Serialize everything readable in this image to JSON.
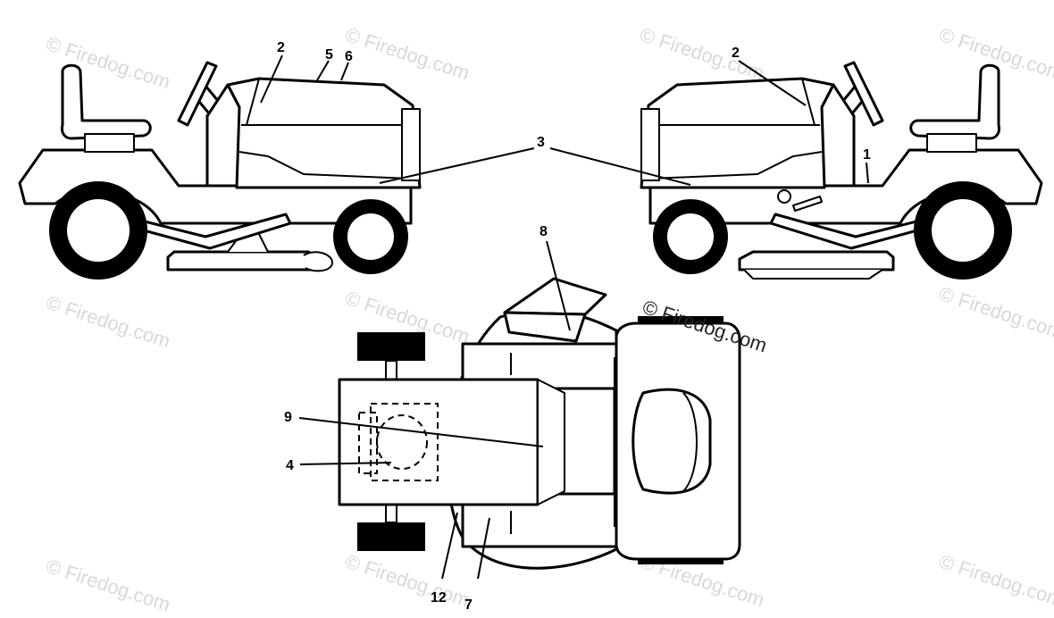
{
  "watermark": {
    "text": "© Firedog.com",
    "prominent_text": "© Firedog.com"
  },
  "callouts": {
    "left_2": "2",
    "left_5": "5",
    "left_6": "6",
    "center_3": "3",
    "right_2": "2",
    "right_1": "1",
    "top_8": "8",
    "top_9": "9",
    "top_4": "4",
    "bottom_12": "12",
    "bottom_7": "7"
  },
  "colors": {
    "line": "#000000",
    "watermark": "#d8d8d8",
    "background": "#ffffff"
  }
}
